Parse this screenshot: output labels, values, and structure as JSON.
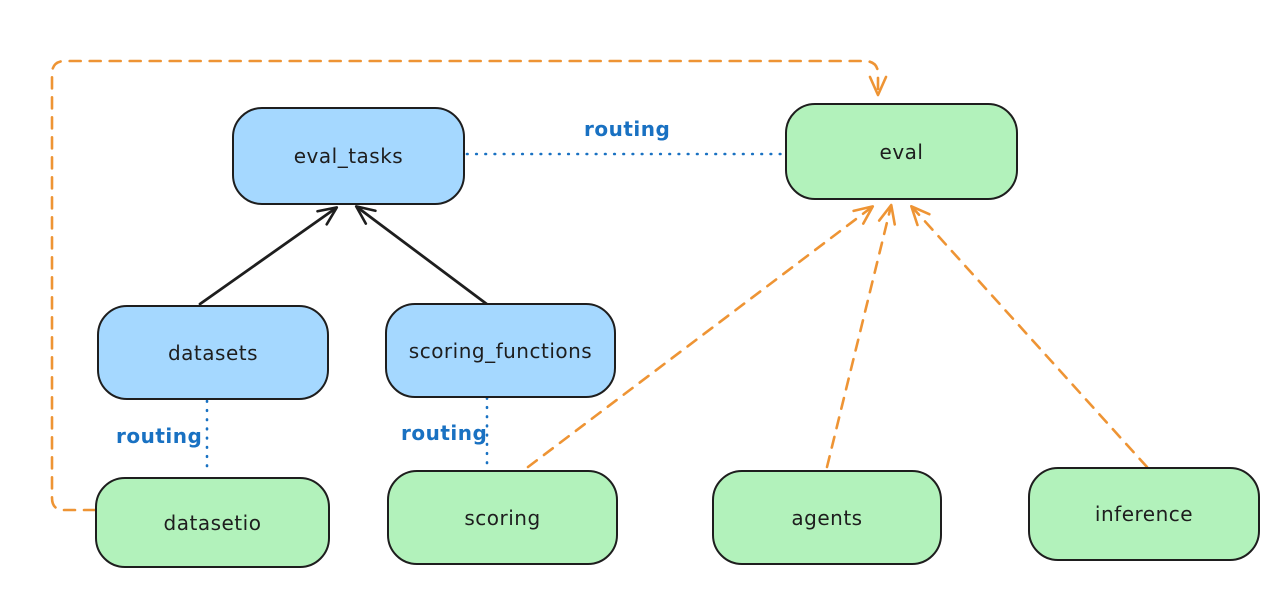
{
  "diagram": {
    "title": "",
    "background": "#ffffff",
    "nodes": [
      {
        "id": "eval_tasks",
        "label": "eval_tasks",
        "fill": "#a5d8ff"
      },
      {
        "id": "eval",
        "label": "eval",
        "fill": "#b2f2bb"
      },
      {
        "id": "datasets",
        "label": "datasets",
        "fill": "#a5d8ff"
      },
      {
        "id": "scoring_functions",
        "label": "scoring_functions",
        "fill": "#a5d8ff"
      },
      {
        "id": "datasetio",
        "label": "datasetio",
        "fill": "#b2f2bb"
      },
      {
        "id": "scoring",
        "label": "scoring",
        "fill": "#b2f2bb"
      },
      {
        "id": "agents",
        "label": "agents",
        "fill": "#b2f2bb"
      },
      {
        "id": "inference",
        "label": "inference",
        "fill": "#b2f2bb"
      }
    ],
    "edges": [
      {
        "from": "datasets",
        "to": "eval_tasks",
        "style": "solid",
        "color": "#1e1e1e",
        "label": ""
      },
      {
        "from": "scoring_functions",
        "to": "eval_tasks",
        "style": "solid",
        "color": "#1e1e1e",
        "label": ""
      },
      {
        "from": "eval_tasks",
        "to": "eval",
        "style": "dotted",
        "color": "#1971c2",
        "label": "routing"
      },
      {
        "from": "datasets",
        "to": "datasetio",
        "style": "dotted",
        "color": "#1971c2",
        "label": "routing"
      },
      {
        "from": "scoring_functions",
        "to": "scoring",
        "style": "dotted",
        "color": "#1971c2",
        "label": "routing"
      },
      {
        "from": "datasetio",
        "to": "eval",
        "style": "dashed",
        "color": "#ee9434",
        "label": ""
      },
      {
        "from": "scoring",
        "to": "eval",
        "style": "dashed",
        "color": "#ee9434",
        "label": ""
      },
      {
        "from": "agents",
        "to": "eval",
        "style": "dashed",
        "color": "#ee9434",
        "label": ""
      },
      {
        "from": "inference",
        "to": "eval",
        "style": "dashed",
        "color": "#ee9434",
        "label": ""
      }
    ],
    "palette": {
      "node_blue": "#a5d8ff",
      "node_green": "#b2f2bb",
      "outline": "#1e1e1e",
      "routing_blue": "#1971c2",
      "arrow_orange": "#ee9434",
      "arrow_black": "#1e1e1e"
    }
  }
}
